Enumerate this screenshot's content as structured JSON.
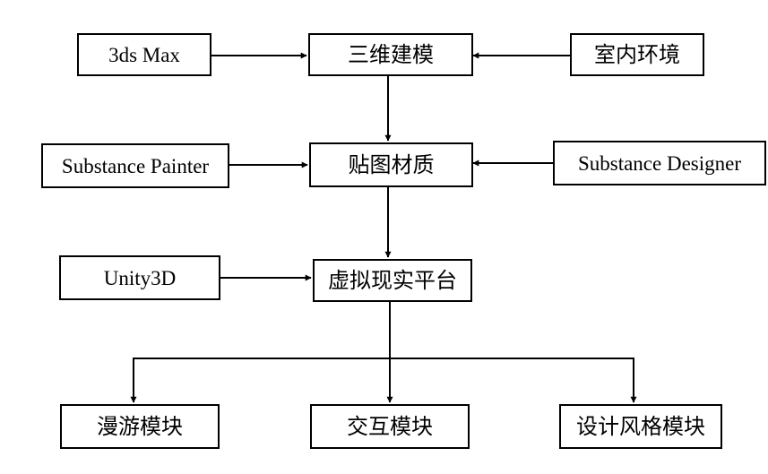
{
  "nodes": {
    "max3ds": "3ds Max",
    "modeling": "三维建模",
    "indoor": "室内环境",
    "painter": "Substance Painter",
    "texture": "贴图材质",
    "designer": "Substance Designer",
    "unity": "Unity3D",
    "vr_platform": "虚拟现实平台",
    "roam": "漫游模块",
    "interact": "交互模块",
    "style": "设计风格模块"
  },
  "edges": [
    {
      "from": "max3ds",
      "to": "modeling"
    },
    {
      "from": "indoor",
      "to": "modeling"
    },
    {
      "from": "modeling",
      "to": "texture"
    },
    {
      "from": "painter",
      "to": "texture"
    },
    {
      "from": "designer",
      "to": "texture"
    },
    {
      "from": "texture",
      "to": "vr_platform"
    },
    {
      "from": "unity",
      "to": "vr_platform"
    },
    {
      "from": "vr_platform",
      "to": "roam"
    },
    {
      "from": "vr_platform",
      "to": "interact"
    },
    {
      "from": "vr_platform",
      "to": "style"
    }
  ]
}
